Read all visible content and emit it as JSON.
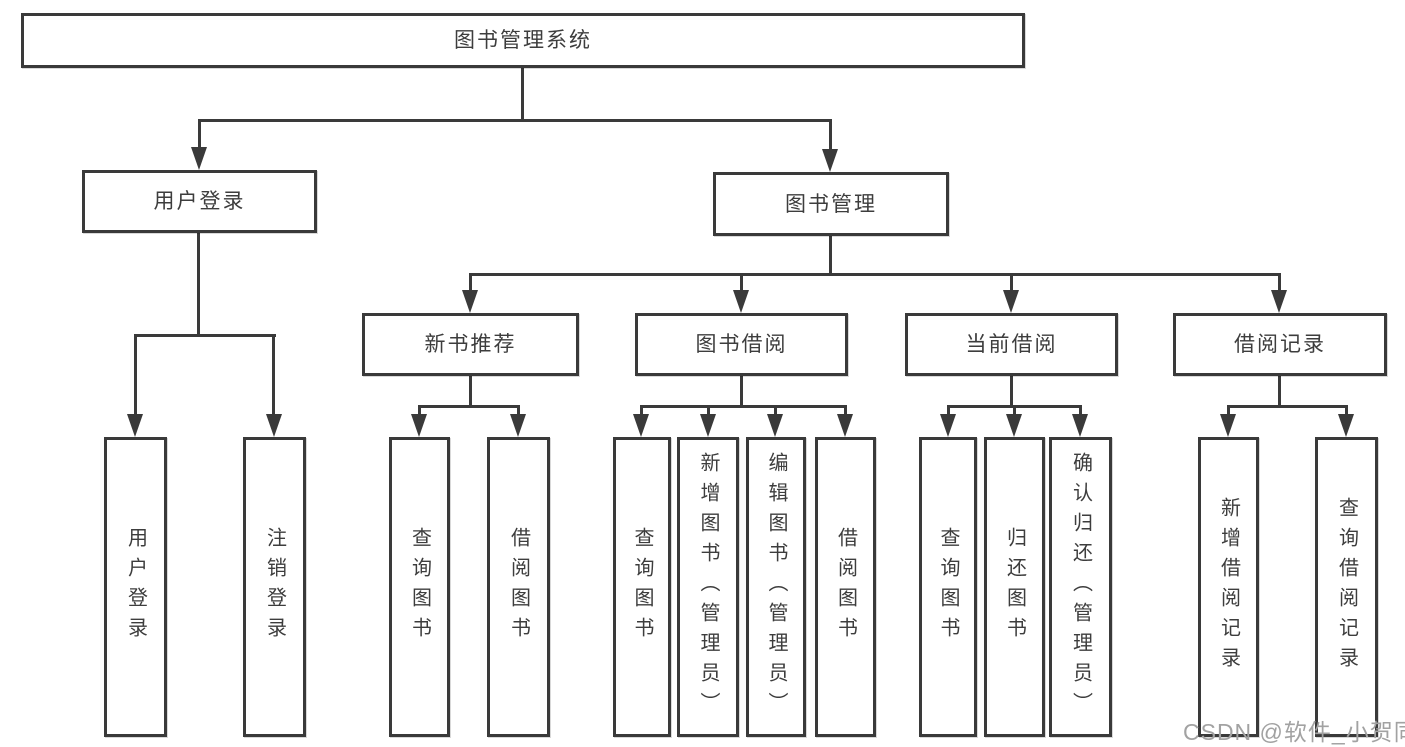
{
  "tree": {
    "root": "图书管理系统",
    "branches": [
      {
        "label": "用户登录",
        "children": [
          "用户登录",
          "注销登录"
        ]
      },
      {
        "label": "图书管理",
        "sections": [
          {
            "label": "新书推荐",
            "children": [
              "查询图书",
              "借阅图书"
            ]
          },
          {
            "label": "图书借阅",
            "children": [
              "查询图书",
              "新增图书（管理员）",
              "编辑图书（管理员）",
              "借阅图书"
            ]
          },
          {
            "label": "当前借阅",
            "children": [
              "查询图书",
              "归还图书",
              "确认归还（管理员）"
            ]
          },
          {
            "label": "借阅记录",
            "children": [
              "新增借阅记录",
              "查询借阅记录"
            ]
          }
        ]
      }
    ]
  },
  "watermark": {
    "text": "CSDN @软件_小贺同学"
  },
  "colors": {
    "line": "#3a3a3a",
    "text": "#3d3d3d",
    "background": "#ffffff",
    "watermark": "#a2a2a2"
  }
}
